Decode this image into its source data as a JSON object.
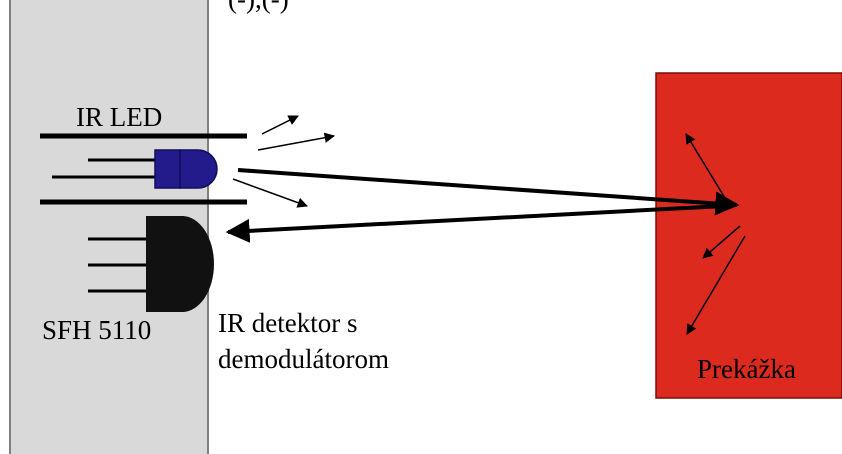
{
  "labels": {
    "top_fragment": "(-),(-)",
    "ir_led": "IR LED",
    "sensor_model": "SFH 5110",
    "detector_line1": "IR detektor s",
    "detector_line2": "demodulátorom",
    "obstacle": "Prekážka"
  },
  "colors": {
    "board": "#d9d9d9",
    "board_border": "#7f7f7f",
    "obstacle": "#dc2a1e",
    "led_body": "#231a8c",
    "detector_body": "#111111",
    "arrows": "#000000"
  }
}
